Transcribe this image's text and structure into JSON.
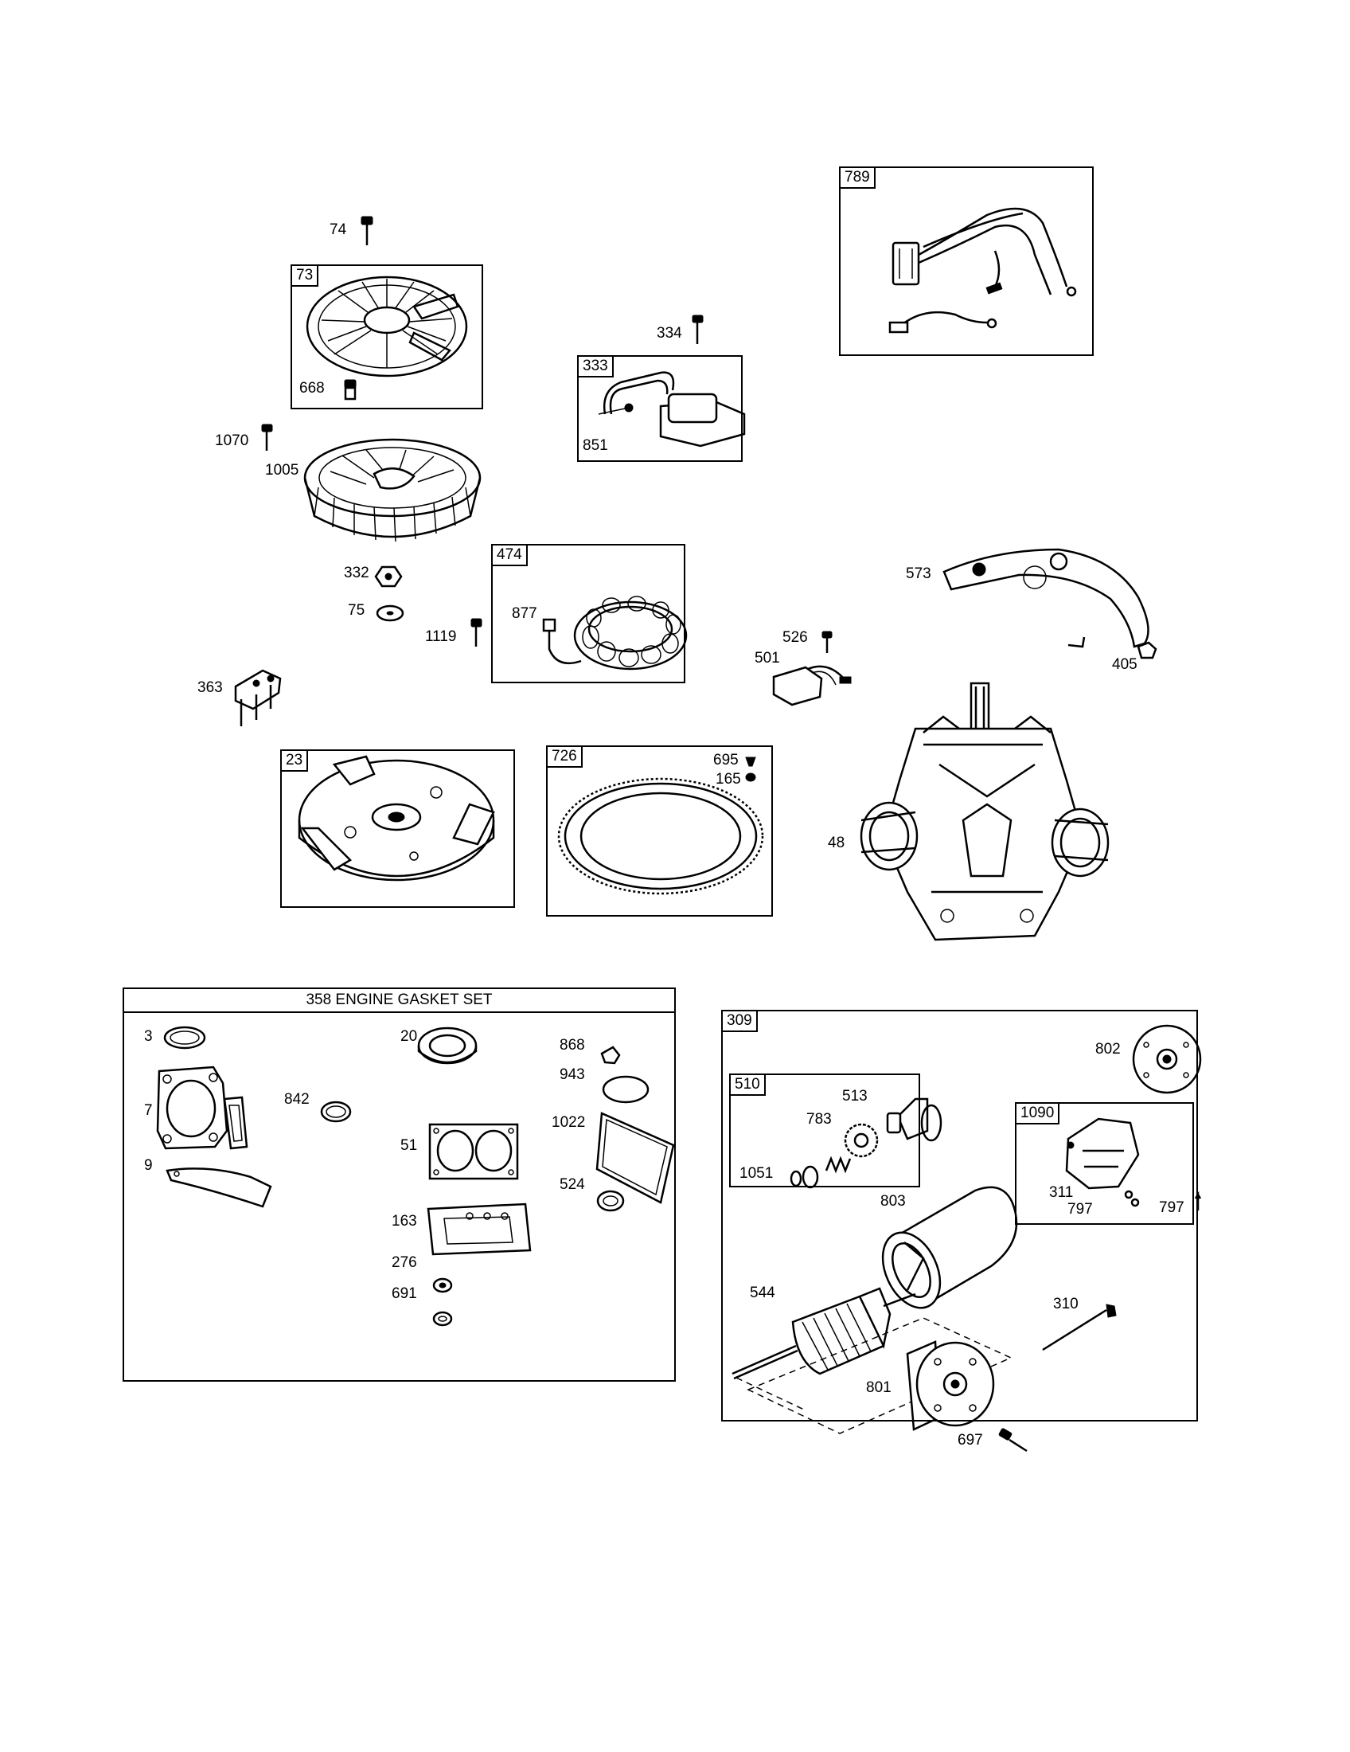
{
  "boxes": {
    "b789": "789",
    "b73": "73",
    "b333": "333",
    "b474": "474",
    "b23": "23",
    "b726": "726",
    "b309": "309",
    "b510": "510",
    "b1090": "1090"
  },
  "gasket_set": {
    "title": "358 ENGINE GASKET SET"
  },
  "parts": {
    "p74": "74",
    "p668": "668",
    "p1070": "1070",
    "p1005": "1005",
    "p332": "332",
    "p75": "75",
    "p1119": "1119",
    "p363": "363",
    "p334": "334",
    "p851": "851",
    "p877": "877",
    "p573": "573",
    "p526": "526",
    "p501": "501",
    "p405": "405",
    "p695": "695",
    "p165": "165",
    "p48": "48",
    "p3": "3",
    "p7": "7",
    "p9": "9",
    "p842": "842",
    "p20": "20",
    "p51": "51",
    "p163": "163",
    "p276": "276",
    "p691": "691",
    "p868": "868",
    "p943": "943",
    "p1022": "1022",
    "p524": "524",
    "p802": "802",
    "p513": "513",
    "p783": "783",
    "p1051": "1051",
    "p311": "311",
    "p797a": "797",
    "p797b": "797",
    "p803": "803",
    "p544": "544",
    "p310": "310",
    "p801": "801",
    "p697": "697"
  },
  "icons": [
    "bolt-icon",
    "nut-icon",
    "washer-icon",
    "gasket-icon",
    "gear-icon",
    "coil-icon",
    "flywheel-icon",
    "wiring-harness-icon",
    "cylinder-block-icon",
    "starter-armature-icon"
  ]
}
